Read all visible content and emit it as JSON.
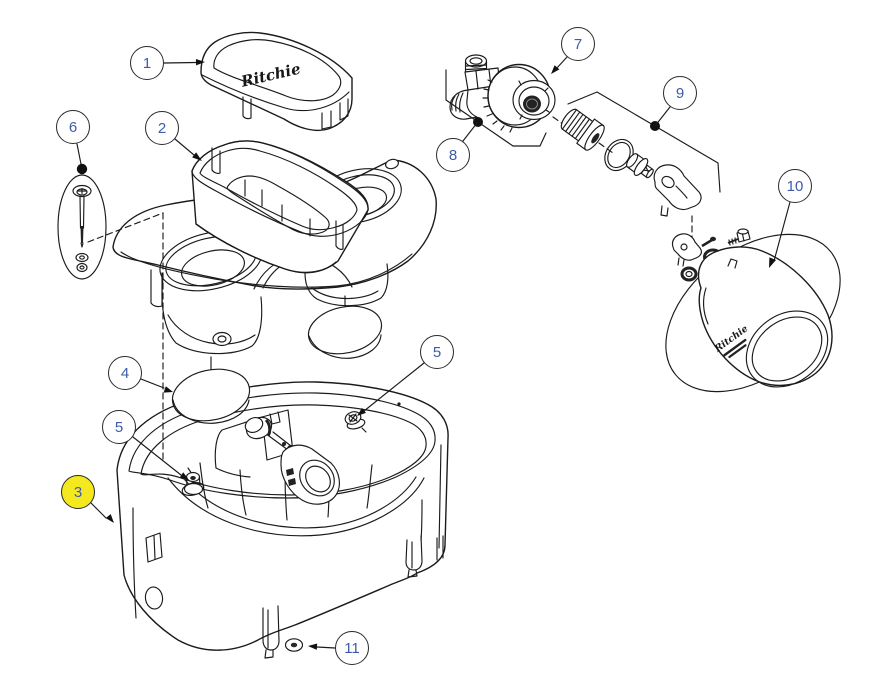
{
  "diagram": {
    "brand_logo_script": "Ritchie",
    "colors": {
      "highlight_yellow": "#f4e81f",
      "callout_number_blue": "#3d5bab",
      "line_black": "#1b1b1b",
      "background": "#ffffff"
    },
    "callouts": [
      {
        "label": "1",
        "highlighted": false
      },
      {
        "label": "2",
        "highlighted": false
      },
      {
        "label": "3",
        "highlighted": true
      },
      {
        "label": "4",
        "highlighted": false
      },
      {
        "label": "5",
        "highlighted": false
      },
      {
        "label": "5",
        "highlighted": false
      },
      {
        "label": "6",
        "highlighted": false
      },
      {
        "label": "7",
        "highlighted": false
      },
      {
        "label": "8",
        "highlighted": false
      },
      {
        "label": "9",
        "highlighted": false
      },
      {
        "label": "10",
        "highlighted": false
      },
      {
        "label": "11",
        "highlighted": false
      }
    ]
  }
}
